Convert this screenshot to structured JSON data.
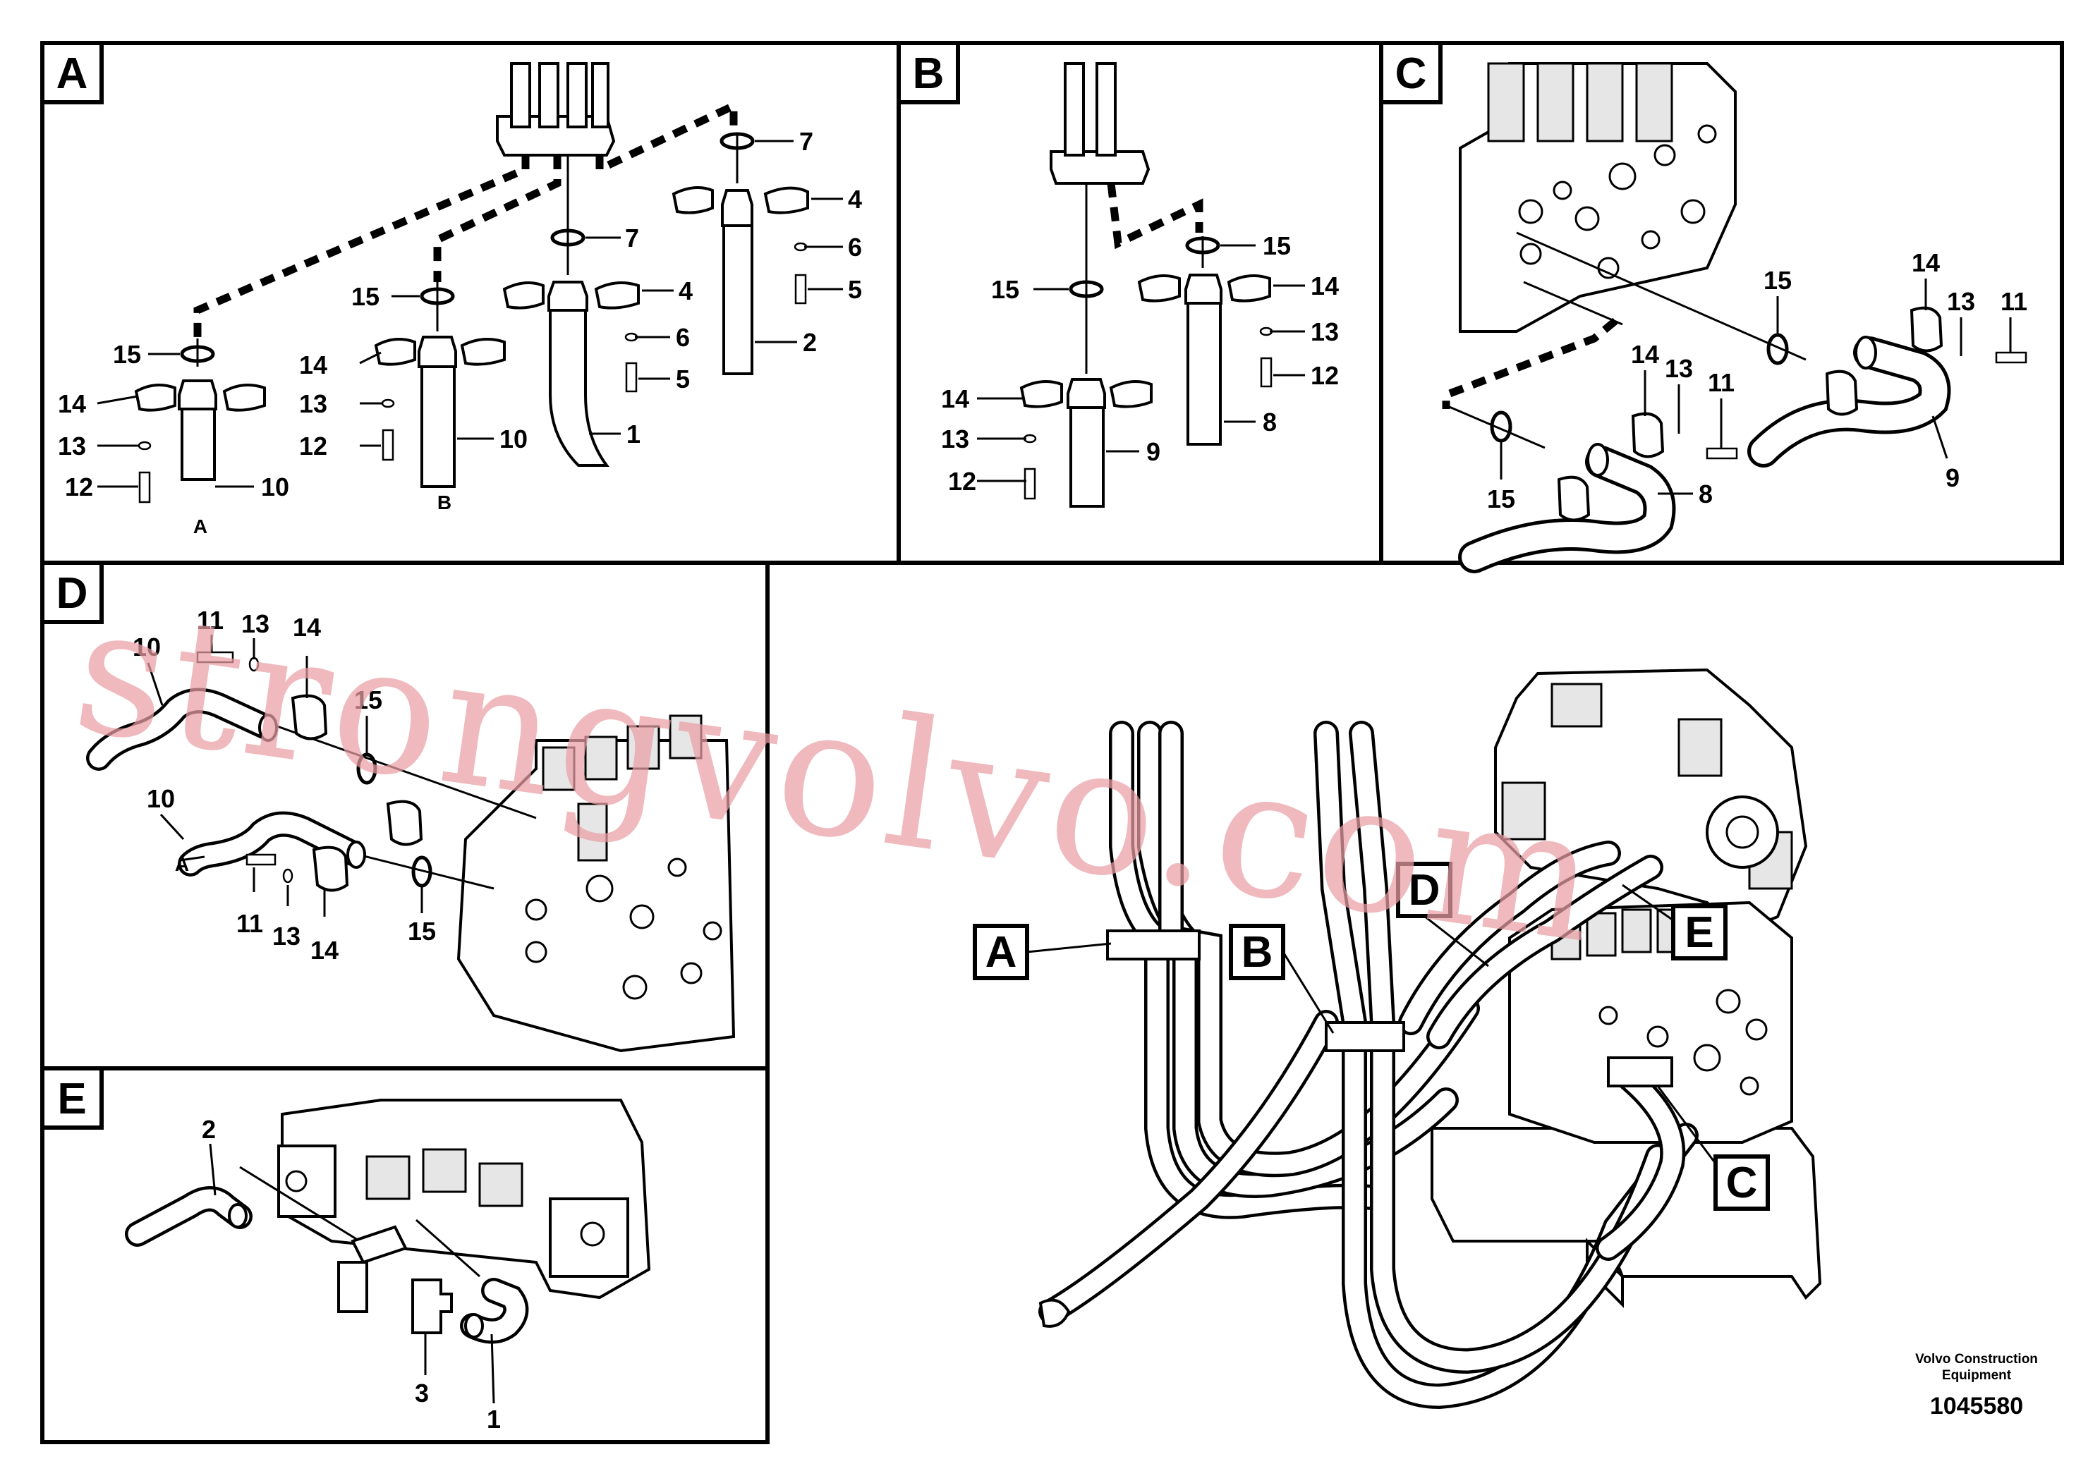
{
  "panels": [
    {
      "id": "A",
      "label": "A"
    },
    {
      "id": "B",
      "label": "B"
    },
    {
      "id": "C",
      "label": "C"
    },
    {
      "id": "D",
      "label": "D"
    },
    {
      "id": "E",
      "label": "E"
    }
  ],
  "panel_a": {
    "callouts": [
      "7",
      "7",
      "4",
      "6",
      "5",
      "2",
      "15",
      "4",
      "6",
      "5",
      "1",
      "14",
      "13",
      "12",
      "10",
      "15",
      "14",
      "13",
      "12",
      "10"
    ],
    "hose_markers": [
      "A",
      "B"
    ]
  },
  "panel_b": {
    "callouts": [
      "15",
      "15",
      "14",
      "13",
      "12",
      "8",
      "14",
      "13",
      "12",
      "9"
    ]
  },
  "panel_c": {
    "callouts": [
      "15",
      "14",
      "13",
      "11",
      "9",
      "14",
      "13",
      "11",
      "15",
      "8"
    ]
  },
  "panel_d": {
    "callouts": [
      "11",
      "13",
      "14",
      "10",
      "15",
      "10",
      "11",
      "13",
      "14",
      "15"
    ],
    "hose_marker": "A"
  },
  "panel_e": {
    "callouts": [
      "2",
      "3",
      "1"
    ]
  },
  "overview": {
    "tags": [
      "A",
      "B",
      "D",
      "E",
      "C"
    ]
  },
  "footer": {
    "brand_line1": "Volvo Construction",
    "brand_line2": "Equipment",
    "drawing_number": "1045580"
  },
  "watermark": "strongvolvo.com"
}
